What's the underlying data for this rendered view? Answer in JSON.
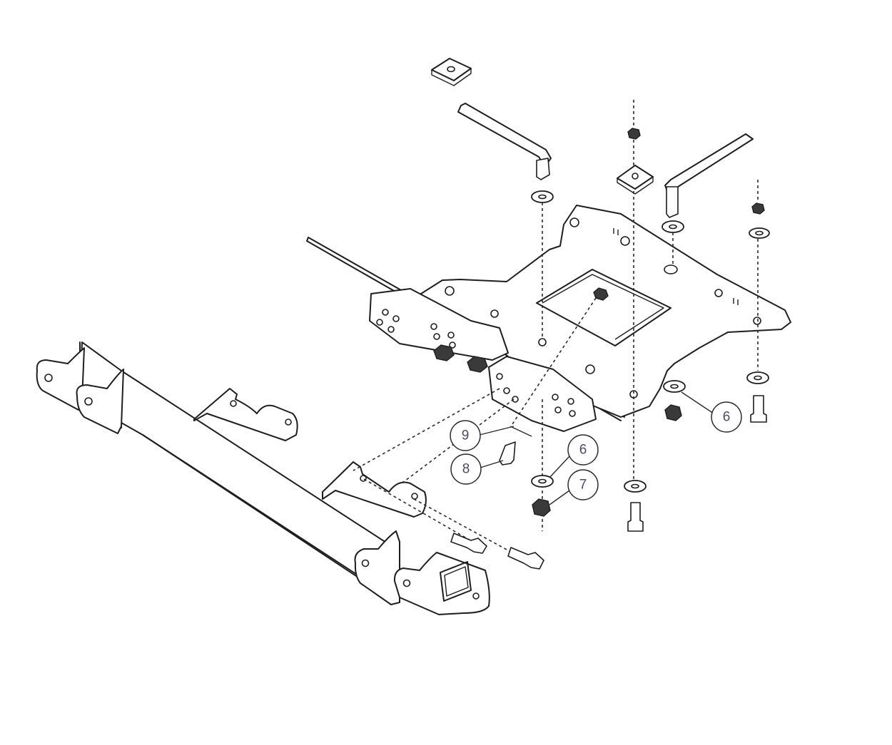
{
  "diagram": {
    "callouts": [
      {
        "id": "callout-6-right",
        "label": "6"
      },
      {
        "id": "callout-9",
        "label": "9"
      },
      {
        "id": "callout-8",
        "label": "8"
      },
      {
        "id": "callout-6-center",
        "label": "6"
      },
      {
        "id": "callout-7",
        "label": "7"
      }
    ]
  }
}
